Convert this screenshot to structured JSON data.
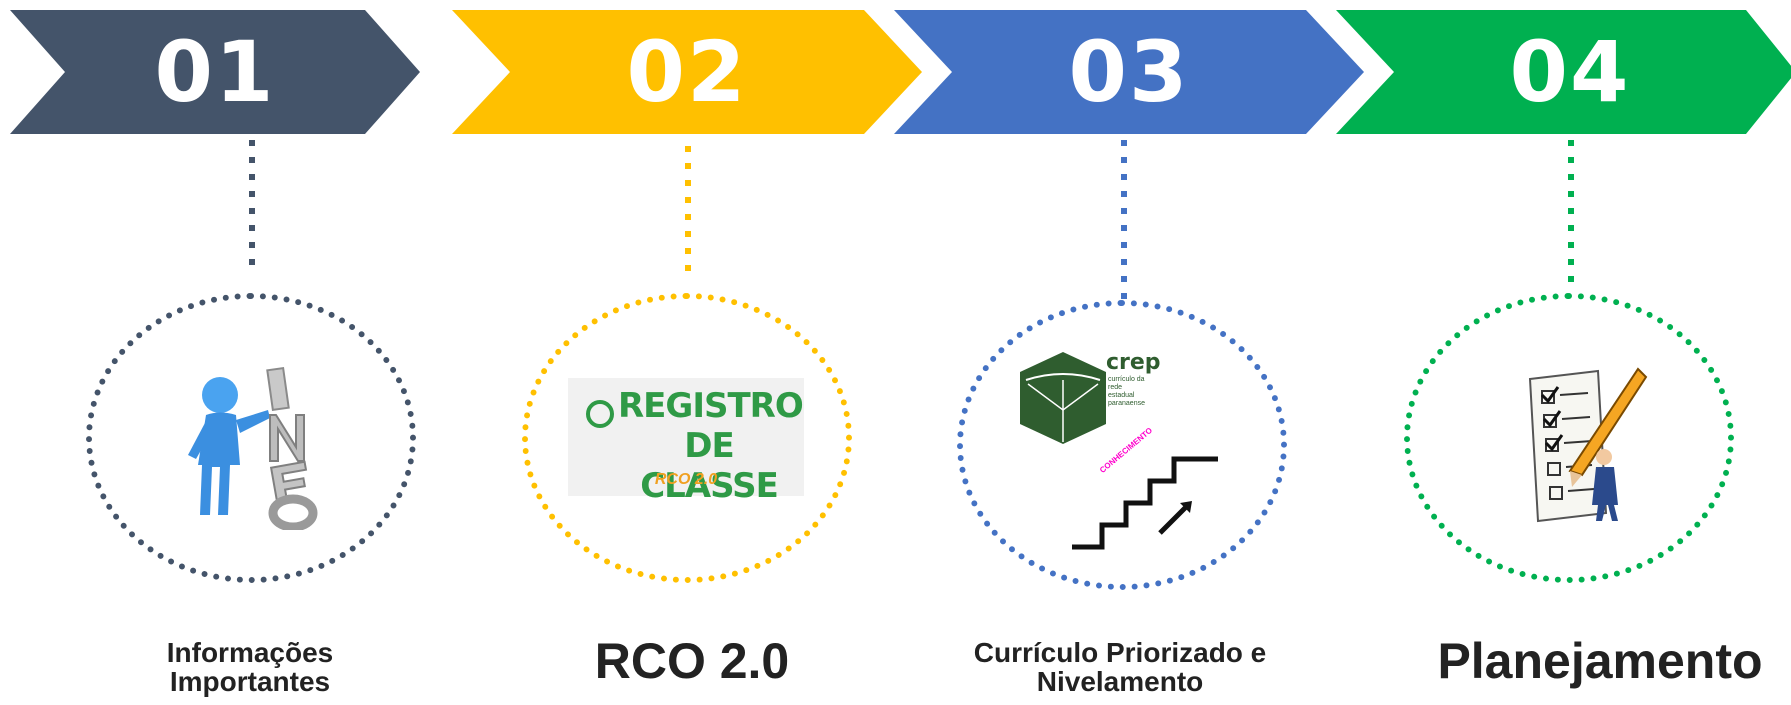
{
  "steps": [
    {
      "number": "01",
      "color": "#44546a",
      "label": "Informações Importantes",
      "label_size": "small"
    },
    {
      "number": "02",
      "color": "#ffc000",
      "label": "RCO 2.0",
      "label_size": "big"
    },
    {
      "number": "03",
      "color": "#4472c4",
      "label": "Currículo Priorizado e Nivelamento",
      "label_size": "small"
    },
    {
      "number": "04",
      "color": "#00b050",
      "label": "Planejamento",
      "label_size": "big"
    }
  ],
  "icons": {
    "step1": "info-person-icon",
    "step2": "registro-de-classe-logo",
    "step3": "crep-logo-stairs-icon",
    "step4": "checklist-pencil-icon"
  },
  "logo_text": {
    "registro_line1": "REGISTRO",
    "registro_line2": "DE CLASSE",
    "registro_sub": "RCO 2.0",
    "crep": "crep",
    "crep_sub1": "currículo da",
    "crep_sub2": "rede",
    "crep_sub3": "estadual",
    "crep_sub4": "paranaense",
    "stairs_word": "CONHECIMENTO"
  }
}
